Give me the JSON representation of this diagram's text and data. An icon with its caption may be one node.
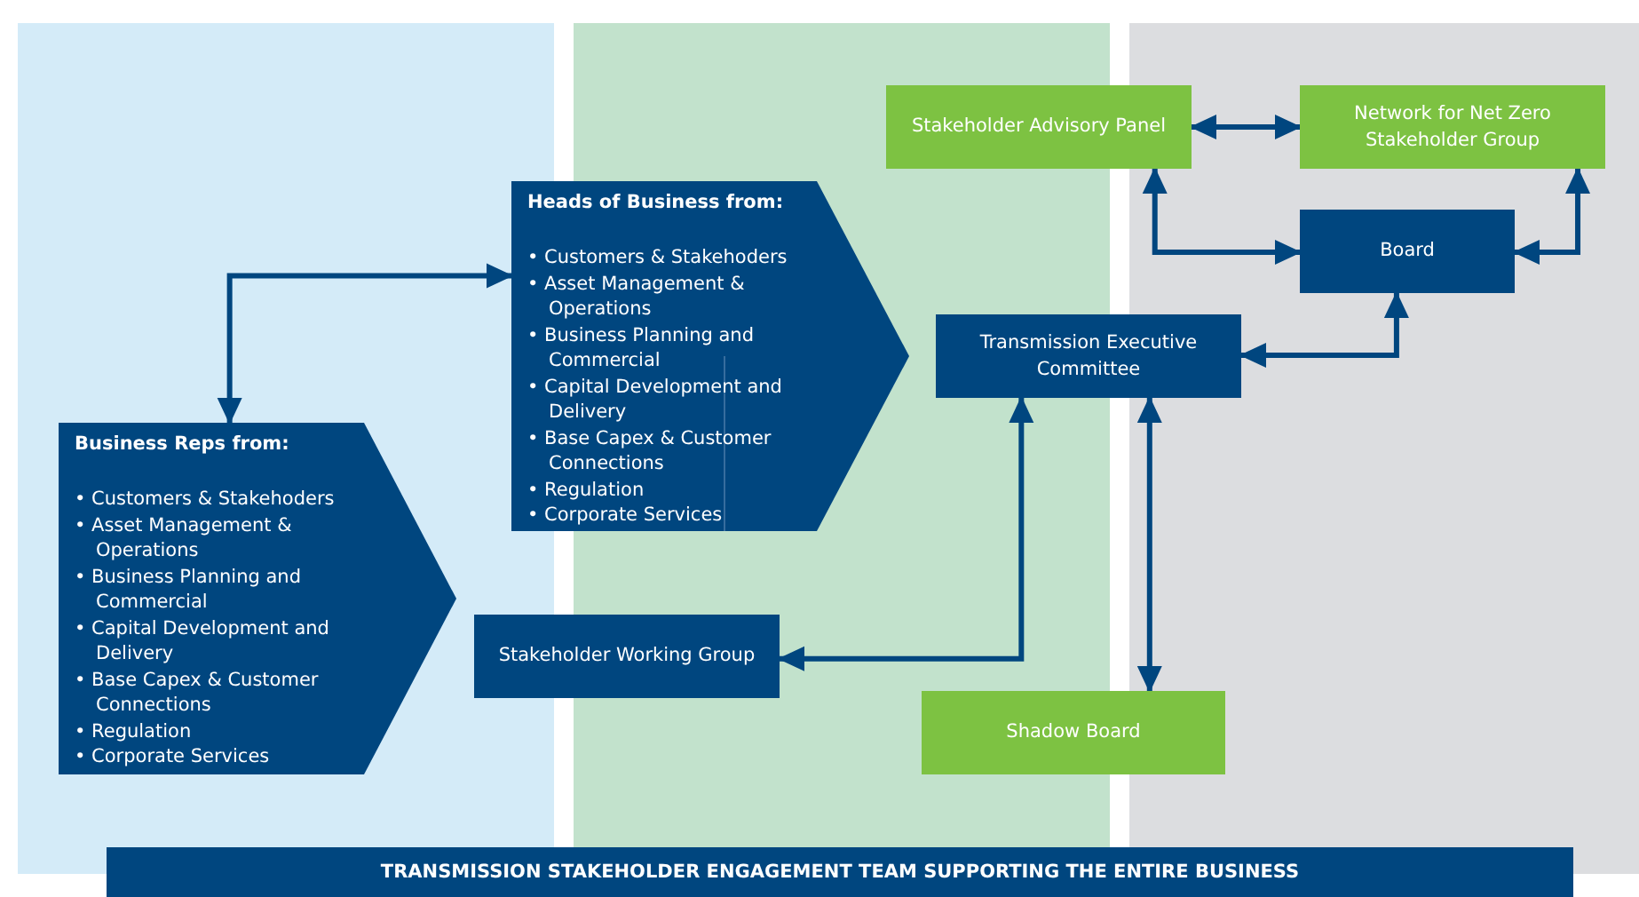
{
  "diagram": {
    "nodes": [
      {
        "text": [
          "Heads of Business from:",
          "• Customers & Stakehoders",
          "• Asset Management & Operations",
          "• Business Planning and Commercial",
          "• Capital Development and Delivery",
          "• Base Capex & Customer Connections",
          "• Regulation",
          "• Corporate Services"
        ]
      },
      {
        "text": [
          "Business Reps from:",
          "• Customers & Stakehoders",
          "• Asset Management & Operations",
          "• Business Planning and Commercial",
          "• Capital Development and Delivery",
          "• Base Capex & Customer Connections",
          "• Regulation",
          "• Corporate Services"
        ]
      },
      {
        "text": [
          "Stakeholder Advisory Panel"
        ]
      },
      {
        "text": [
          "Network for Net Zero Stakeholder Group"
        ]
      },
      {
        "text": [
          "Board"
        ]
      },
      {
        "text": [
          "Transmission Executive Committee"
        ]
      },
      {
        "text": [
          "Stakeholder Working Group"
        ]
      },
      {
        "text": [
          "Shadow Board"
        ]
      },
      {
        "text": [
          "TRANSMISSION STAKEHOLDER ENGAGEMENT TEAM SUPPORTING THE ENTIRE BUSINESS"
        ]
      }
    ],
    "edges": [
      {
        "from": 1,
        "to": 0,
        "arrow": "both"
      },
      {
        "from": 2,
        "to": 3,
        "arrow": "both"
      },
      {
        "from": 2,
        "to": 4,
        "arrow": "both"
      },
      {
        "from": 3,
        "to": 4,
        "arrow": "both"
      },
      {
        "from": 4,
        "to": 5,
        "arrow": "both"
      },
      {
        "from": 5,
        "to": 6,
        "arrow": "both"
      },
      {
        "from": 5,
        "to": 7,
        "arrow": "both"
      }
    ]
  }
}
